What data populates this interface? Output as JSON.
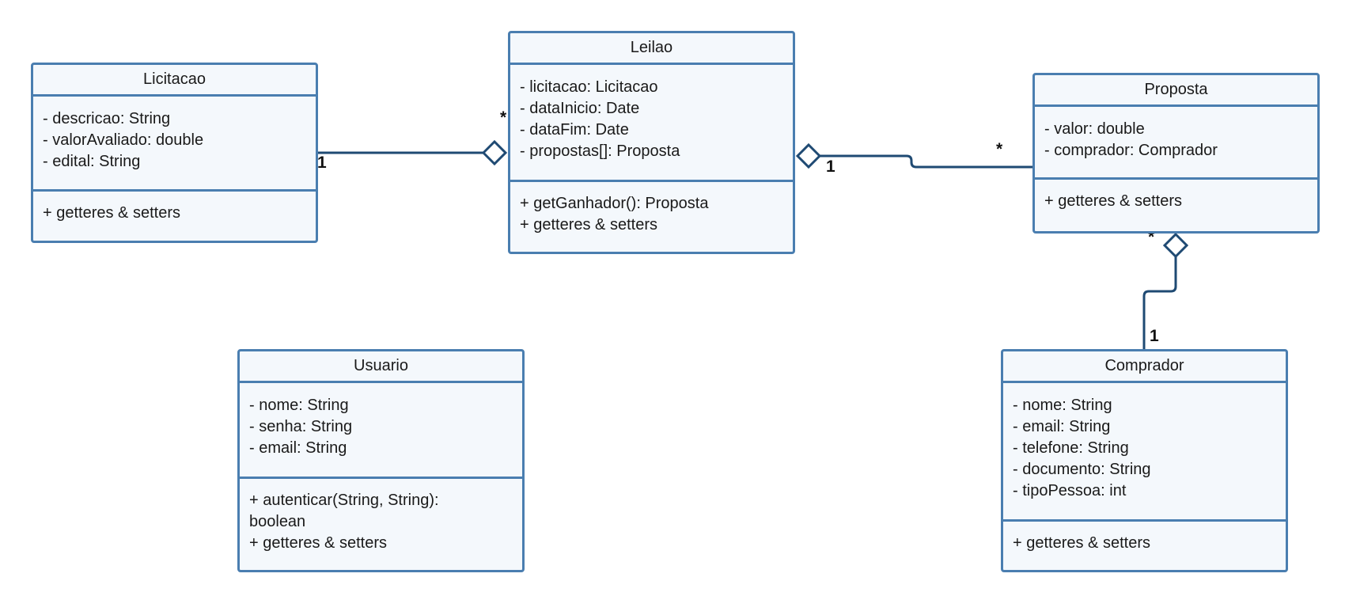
{
  "classes": {
    "licitacao": {
      "name": "Licitacao",
      "attributes": [
        "- descricao: String",
        "- valorAvaliado: double",
        "- edital: String"
      ],
      "methods": [
        "+ getteres & setters"
      ]
    },
    "leilao": {
      "name": "Leilao",
      "attributes": [
        "- licitacao: Licitacao",
        "- dataInicio: Date",
        "- dataFim: Date",
        "- propostas[]: Proposta"
      ],
      "methods": [
        "+ getGanhador(): Proposta",
        "+ getteres & setters"
      ]
    },
    "proposta": {
      "name": "Proposta",
      "attributes": [
        "- valor: double",
        "- comprador: Comprador"
      ],
      "methods": [
        "+ getteres & setters"
      ]
    },
    "usuario": {
      "name": "Usuario",
      "attributes": [
        "- nome: String",
        "- senha: String",
        "- email: String"
      ],
      "methods": [
        "+ autenticar(String, String): boolean",
        "+ getteres & setters"
      ]
    },
    "comprador": {
      "name": "Comprador",
      "attributes": [
        "- nome: String",
        "- email: String",
        "- telefone: String",
        "- documento: String",
        "- tipoPessoa: int"
      ],
      "methods": [
        "+ getteres & setters"
      ]
    }
  },
  "relations": {
    "licitacao_leilao": {
      "source_multiplicity": "1",
      "target_multiplicity": "*",
      "type": "aggregation"
    },
    "leilao_proposta": {
      "source_multiplicity": "1",
      "target_multiplicity": "*",
      "type": "aggregation"
    },
    "comprador_proposta": {
      "source_multiplicity": "1",
      "target_multiplicity": "*",
      "type": "aggregation"
    }
  },
  "colors": {
    "box_border": "#4a7eb0",
    "box_fill": "#f4f8fc",
    "connector": "#1f4a73"
  }
}
